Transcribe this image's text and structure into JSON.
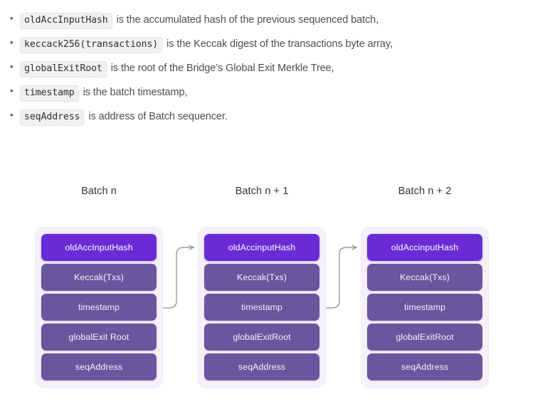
{
  "spec_list": [
    {
      "bullet": "•",
      "code": "oldAccInputHash",
      "text": "is the accumulated hash of the previous sequenced batch,"
    },
    {
      "bullet": "•",
      "code": "keccack256(transactions)",
      "text": "is the Keccak digest of the transactions byte array,"
    },
    {
      "bullet": "•",
      "code": "globalExitRoot",
      "text": "is the root of the Bridge’s Global Exit Merkle Tree,"
    },
    {
      "bullet": "•",
      "code": "timestamp",
      "text": "is the batch timestamp,"
    },
    {
      "bullet": "•",
      "code": "seqAddress",
      "text": "is address of Batch sequencer."
    }
  ],
  "diagram": {
    "colors": {
      "accent_row": "#6a2bd6",
      "row": "#6d549e",
      "card_bg": "#f4f1fb",
      "row_text": "#f4f0fb",
      "connector": "#8a8a8a",
      "title_text": "#333333"
    },
    "batches": [
      {
        "title": "Batch n",
        "rows": [
          "oldAccInputHash",
          "Keccak(Txs)",
          "timestamp",
          "globalExit Root",
          "seqAddress"
        ]
      },
      {
        "title": "Batch n + 1",
        "rows": [
          "oldAccinputHash",
          "Keccak(Txs)",
          "timestamp",
          "globalExitRoot",
          "seqAddress"
        ]
      },
      {
        "title": "Batch n + 2",
        "rows": [
          "oldAccinputHash",
          "Keccak(Txs)",
          "timestamp",
          "globalExitRoot",
          "seqAddress"
        ]
      }
    ],
    "connectors": [
      {
        "name": "arrow-batch-n-to-n1"
      },
      {
        "name": "arrow-batch-n1-to-n2"
      }
    ]
  }
}
